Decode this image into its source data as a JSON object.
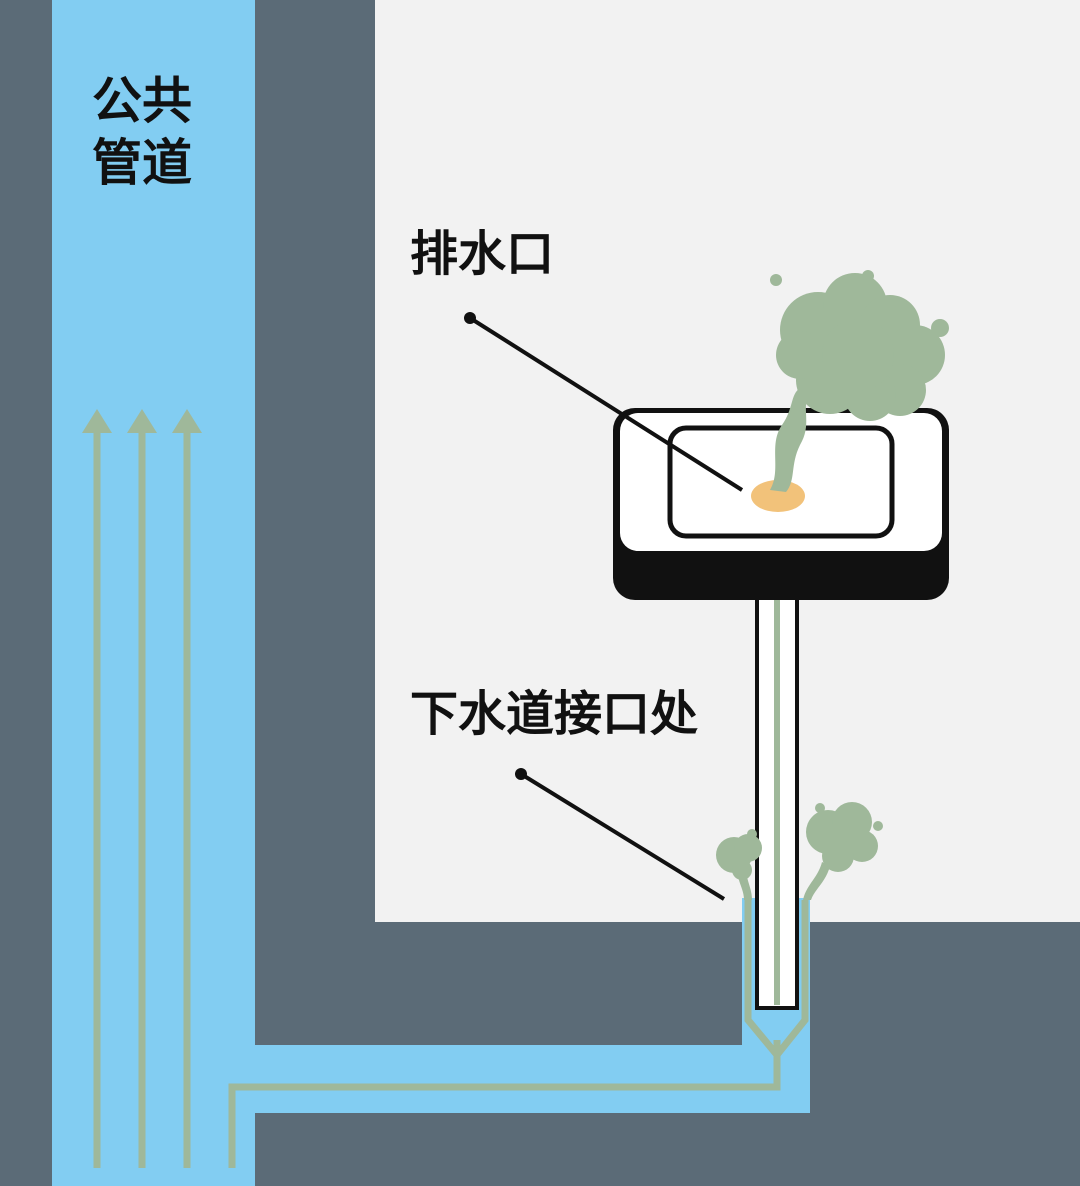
{
  "labels": {
    "public_pipe": "公共管道",
    "drain_outlet": "排水口",
    "sewer_joint": "下水道接口处"
  },
  "colors": {
    "ground": "#5b6b77",
    "room": "#f2f2f2",
    "pipe_water": "#82cdf2",
    "airflow": "#9fb89a",
    "smell": "#9fb89a",
    "drain_hole": "#f2c27a",
    "outline": "#111111",
    "text": "#111111"
  },
  "arrows": {
    "count": 3
  }
}
